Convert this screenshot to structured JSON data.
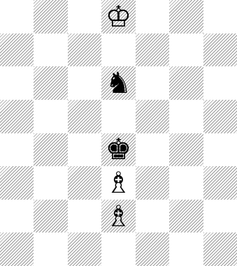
{
  "board": {
    "columns": 7,
    "rows": 8,
    "first_square": "light",
    "pieces": [
      {
        "row": 0,
        "col": 3,
        "piece": "white-king",
        "glyph": "♔"
      },
      {
        "row": 2,
        "col": 3,
        "piece": "black-knight",
        "glyph": "♞"
      },
      {
        "row": 4,
        "col": 3,
        "piece": "black-king",
        "glyph": "♚"
      },
      {
        "row": 5,
        "col": 3,
        "piece": "white-bishop",
        "glyph": "♗"
      },
      {
        "row": 6,
        "col": 3,
        "piece": "white-bishop",
        "glyph": "♗"
      }
    ]
  },
  "colors": {
    "light_square": "#ffffff",
    "dark_square_hatch": "#9a9a9a",
    "piece": "#000000"
  }
}
